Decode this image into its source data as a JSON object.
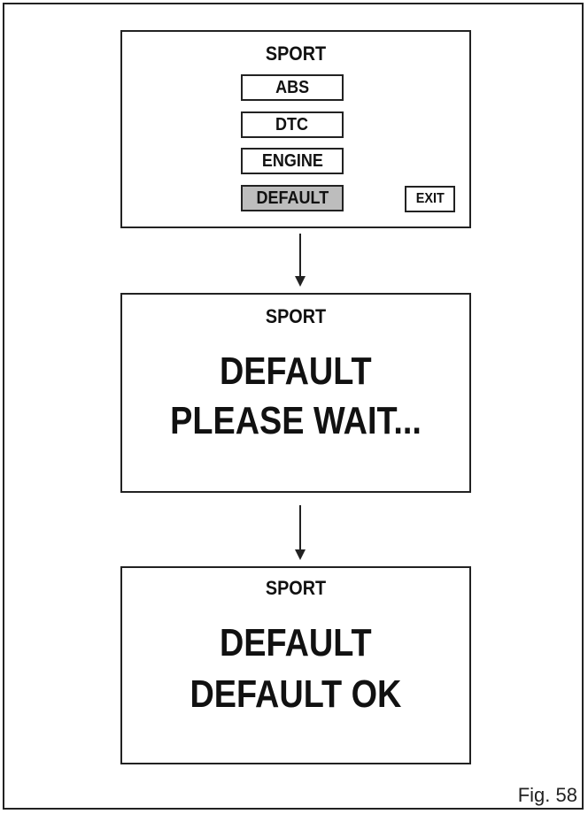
{
  "screens": {
    "menu": {
      "title": "SPORT",
      "items": [
        {
          "label": "ABS",
          "selected": false
        },
        {
          "label": "DTC",
          "selected": false
        },
        {
          "label": "ENGINE",
          "selected": false
        },
        {
          "label": "DEFAULT",
          "selected": true
        }
      ],
      "exit_label": "EXIT"
    },
    "waiting": {
      "title": "SPORT",
      "line1": "DEFAULT",
      "line2": "PLEASE WAIT..."
    },
    "done": {
      "title": "SPORT",
      "line1": "DEFAULT",
      "line2": "DEFAULT OK"
    }
  },
  "figure_label": "Fig. 58",
  "colors": {
    "border": "#222222",
    "selected_fill": "#bdbdbd",
    "background": "#ffffff"
  }
}
